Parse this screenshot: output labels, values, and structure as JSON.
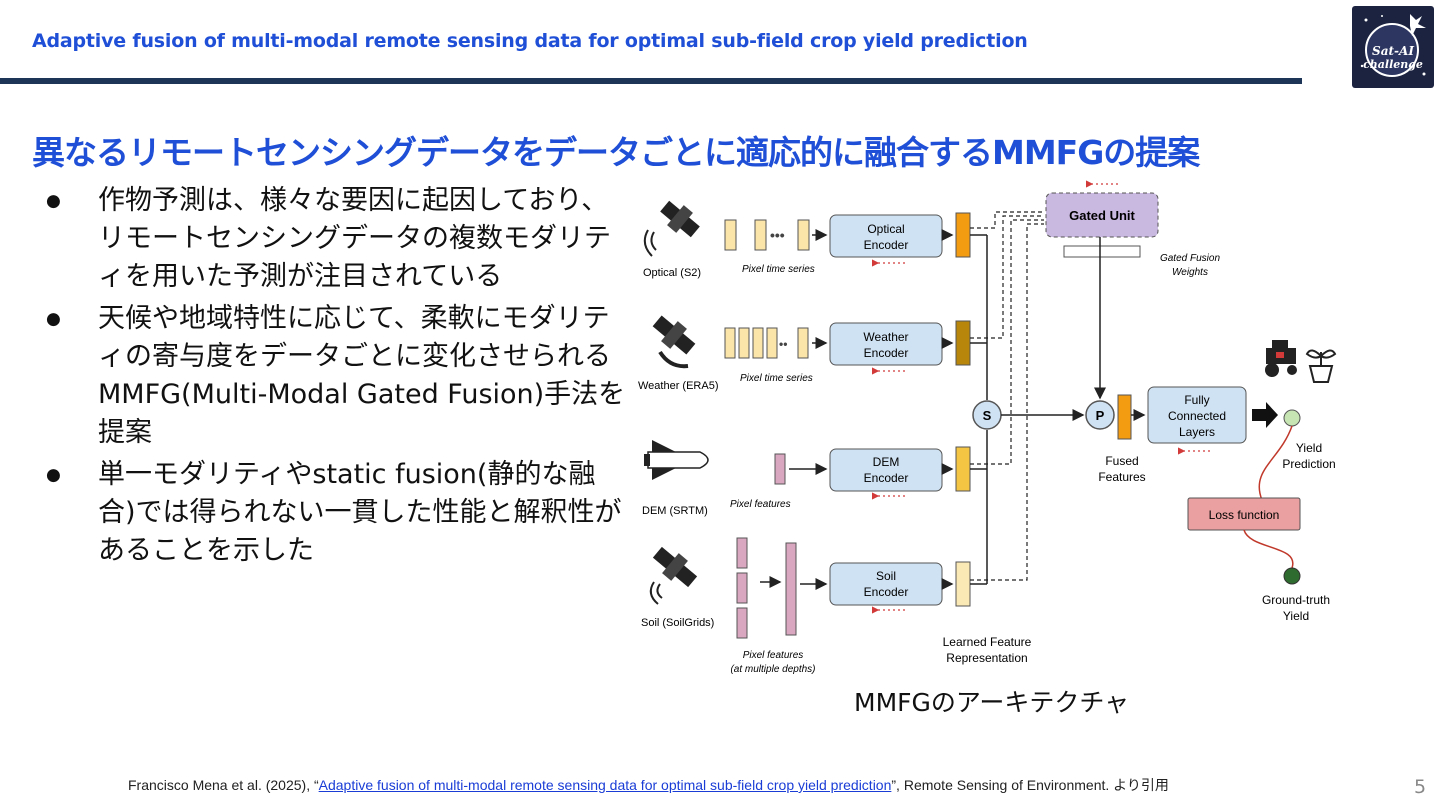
{
  "header": {
    "title": "Adaptive fusion of multi-modal remote sensing data for optimal sub-field crop yield prediction",
    "logo_line1": "Sat-AI",
    "logo_line2": "challenge"
  },
  "slide": {
    "title": "異なるリモートセンシングデータをデータごとに適応的に融合するMMFGの提案",
    "bullets": [
      "作物予測は、様々な要因に起因しており、リモートセンシングデータの複数モダリティを用いた予測が注目されている",
      "天候や地域特性に応じて、柔軟にモダリティの寄与度をデータごとに変化させられるMMFG(Multi-Modal Gated Fusion)手法を提案",
      "単一モダリティやstatic fusion(静的な融合)では得られない一貫した性能と解釈性があることを示した"
    ],
    "caption": "MMFGのアーキテクチャ",
    "page_number": "5"
  },
  "citation": {
    "prefix": "Francisco Mena et al. (2025), “",
    "link_text": "Adaptive fusion of multi-modal remote sensing data for optimal sub-field crop yield prediction",
    "suffix": "”, Remote Sensing of Environment. より引用"
  },
  "diagram": {
    "inputs": [
      {
        "source": "Optical (S2)",
        "encoder": [
          "Optical",
          "Encoder"
        ],
        "note": "Pixel time series"
      },
      {
        "source": "Weather (ERA5)",
        "encoder": [
          "Weather",
          "Encoder"
        ],
        "note": "Pixel time series"
      },
      {
        "source": "DEM (SRTM)",
        "encoder": [
          "DEM",
          "Encoder"
        ],
        "note": "Pixel features"
      },
      {
        "source": "Soil (SoilGrids)",
        "encoder": [
          "Soil",
          "Encoder"
        ],
        "note": [
          "Pixel features",
          "(at multiple depths)"
        ]
      }
    ],
    "gated_unit": "Gated Unit",
    "gated_weights": [
      "Gated Fusion",
      "Weights"
    ],
    "s_node": "S",
    "p_node": "P",
    "learned_feature": [
      "Learned Feature",
      "Representation"
    ],
    "fused_features": [
      "Fused",
      "Features"
    ],
    "fc_layers": [
      "Fully",
      "Connected",
      "Layers"
    ],
    "yield_prediction": [
      "Yield",
      "Prediction"
    ],
    "loss_function": "Loss function",
    "ground_truth": [
      "Ground-truth",
      "Yield"
    ],
    "colors": {
      "encoder_fill": "#cfe2f3",
      "optical_feature": "#f39c12",
      "weather_feature": "#b8860b",
      "dem_feature": "#f4c542",
      "soil_feature": "#fbe9b5",
      "gated_fill": "#c9b8e0",
      "loss_fill": "#eaa0a0",
      "soil_input": "#d9a8c0",
      "optical_input": "#fbe5a8",
      "dashed_red": "#d23a3a"
    }
  }
}
